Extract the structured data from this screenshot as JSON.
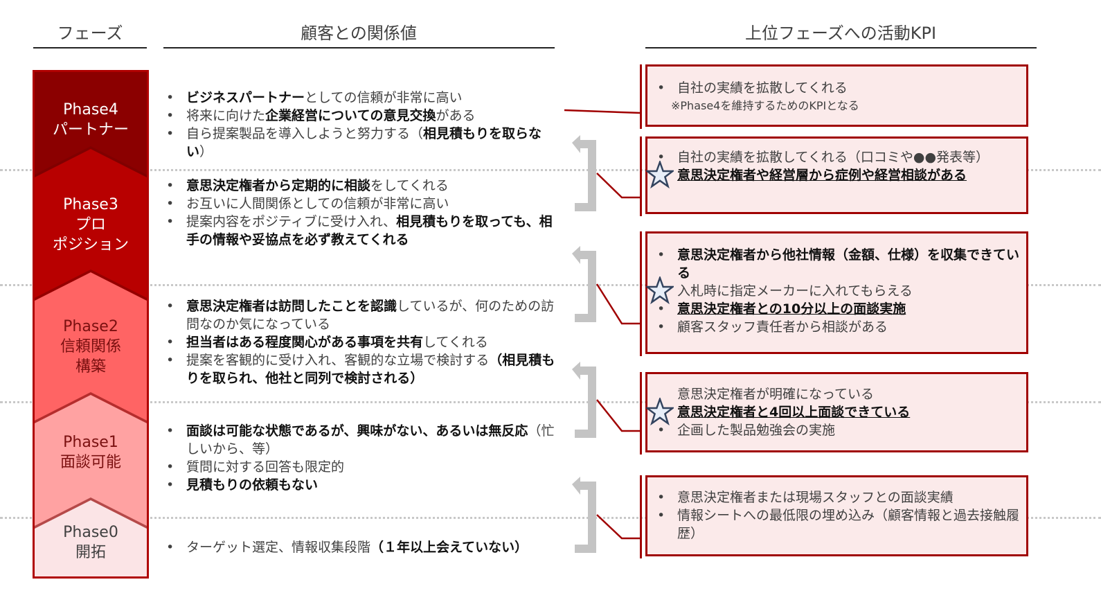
{
  "headers": {
    "phase": "フェーズ",
    "relation": "顧客との関係値",
    "kpi": "上位フェーズへの活動KPI"
  },
  "colors": {
    "phase4": "#8b0000",
    "phase3": "#b80000",
    "phase2": "#ff6464",
    "phase1": "#ffa2a2",
    "phase0": "#fbe4e6",
    "border": "#a00000"
  },
  "phases": [
    {
      "name": "Phase4",
      "lines": [
        "パートナー"
      ]
    },
    {
      "name": "Phase3",
      "lines": [
        "プロ",
        "ポジション"
      ]
    },
    {
      "name": "Phase2",
      "lines": [
        "信頼関係",
        "構築"
      ]
    },
    {
      "name": "Phase1",
      "lines": [
        "面談可能"
      ]
    },
    {
      "name": "Phase0",
      "lines": [
        "開拓"
      ]
    }
  ],
  "relations": [
    [
      [
        {
          "t": "ビジネスパートナー",
          "b": true
        },
        {
          "t": "としての信頼が非常に高い"
        }
      ],
      [
        {
          "t": "将来に向けた"
        },
        {
          "t": "企業経営についての意見交換",
          "b": true
        },
        {
          "t": "がある"
        }
      ],
      [
        {
          "t": "自ら提案製品を導入しようと努力する（"
        },
        {
          "t": "相見積もりを取らない",
          "b": true
        },
        {
          "t": "）"
        }
      ]
    ],
    [
      [
        {
          "t": "意思決定権者から定期的に相談",
          "b": true
        },
        {
          "t": "をしてくれる"
        }
      ],
      [
        {
          "t": "お互いに人間関係としての信頼が非常に高い"
        }
      ],
      [
        {
          "t": "提案内容をポジティブに受け入れ、"
        },
        {
          "t": "相見積もりを取っても、相手の情報や妥協点を必ず教えてくれる",
          "b": true
        }
      ]
    ],
    [
      [
        {
          "t": "意思決定権者は訪問したことを認識",
          "b": true
        },
        {
          "t": "しているが、何のための訪問なのか気になっている"
        }
      ],
      [
        {
          "t": "担当者はある程度関心がある事項を共有",
          "b": true
        },
        {
          "t": "してくれる"
        }
      ],
      [
        {
          "t": "提案を客観的に受け入れ、客観的な立場で検討する"
        },
        {
          "t": "（相見積もりを取られ、他社と同列で検討される）",
          "b": true
        }
      ]
    ],
    [
      [
        {
          "t": "面談は可能な状態であるが、興味がない、あるいは無反応",
          "b": true
        },
        {
          "t": "（忙しいから、等）"
        }
      ],
      [
        {
          "t": "質問に対する回答も限定的"
        }
      ],
      [
        {
          "t": "見積もりの依頼もない",
          "b": true
        }
      ]
    ],
    [
      [
        {
          "t": "ターゲット選定、情報収集段階"
        },
        {
          "t": "（１年以上会えていない）",
          "b": true
        }
      ]
    ]
  ],
  "kpis": [
    [
      {
        "bullet": true,
        "seg": [
          {
            "t": "自社の実績を拡散してくれる"
          }
        ]
      },
      {
        "bullet": false,
        "seg": [
          {
            "t": "※Phase4を維持するためのKPIとなる",
            "small": true
          }
        ]
      }
    ],
    [
      {
        "bullet": true,
        "seg": [
          {
            "t": "自社の実績を拡散してくれる（口コミや●●発表等）"
          }
        ]
      },
      {
        "bullet": false,
        "star": true,
        "seg": [
          {
            "t": "意思決定権者や経営層から症例や経営相談がある",
            "b": true,
            "u": true
          }
        ]
      }
    ],
    [
      {
        "bullet": true,
        "seg": [
          {
            "t": "意思決定権者から他社情報（金額、仕様）を収集できている",
            "b": true
          }
        ]
      },
      {
        "bullet": false,
        "star": true,
        "seg": [
          {
            "t": "入札時に指定メーカーに入れてもらえる"
          }
        ]
      },
      {
        "bullet": true,
        "seg": [
          {
            "t": "意思決定権者との10分以上の面談実施",
            "b": true,
            "u": true
          }
        ]
      },
      {
        "bullet": true,
        "seg": [
          {
            "t": "顧客スタッフ責任者から相談がある"
          }
        ]
      }
    ],
    [
      {
        "bullet": false,
        "seg": [
          {
            "t": "意思決定権者が明確になっている"
          }
        ]
      },
      {
        "bullet": false,
        "star": true,
        "seg": [
          {
            "t": "意思決定権者と4回以上面談できている",
            "b": true,
            "u": true
          }
        ]
      },
      {
        "bullet": true,
        "seg": [
          {
            "t": "企画した製品勉強会の実施"
          }
        ]
      }
    ],
    [
      {
        "bullet": true,
        "seg": [
          {
            "t": "意思決定権者または現場スタッフとの面談実績"
          }
        ]
      },
      {
        "bullet": true,
        "seg": [
          {
            "t": "情報シートへの最低限の埋め込み（顧客情報と過去接触履歴）"
          }
        ]
      }
    ]
  ]
}
